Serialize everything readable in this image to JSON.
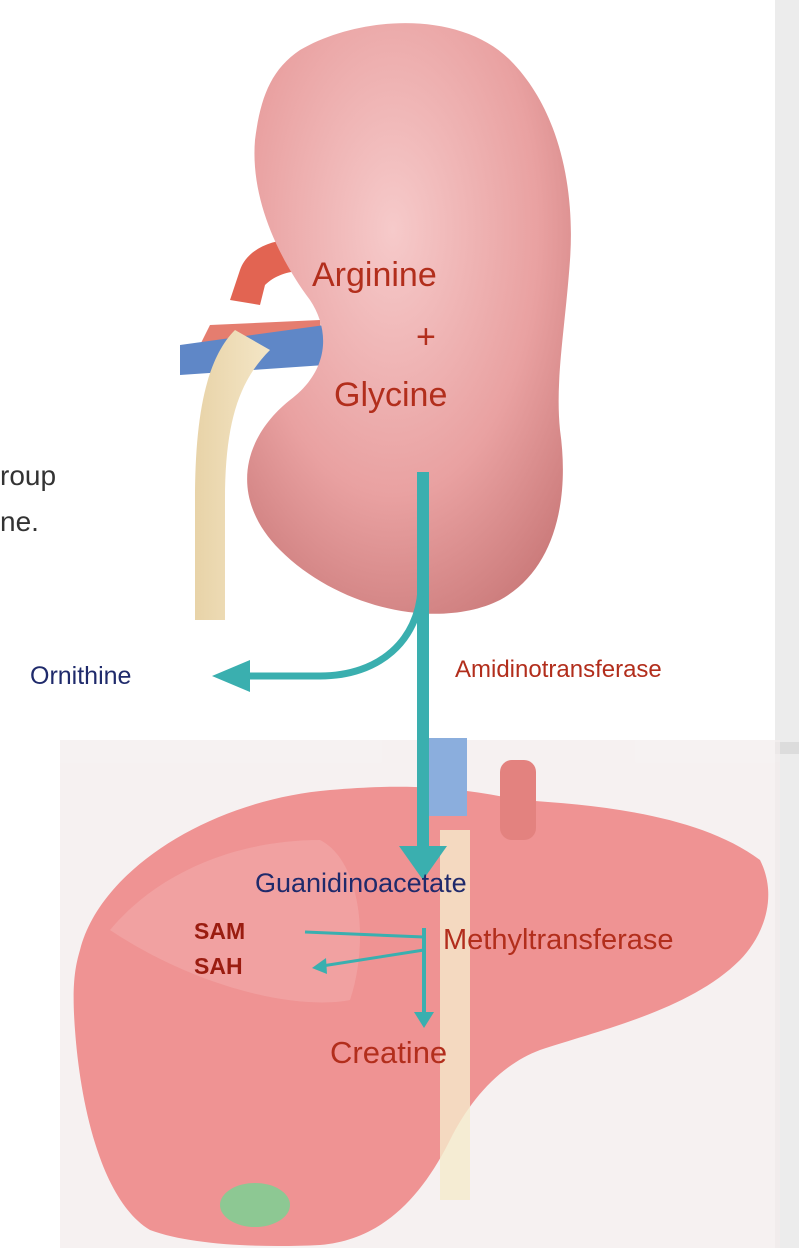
{
  "slide": {
    "left_text_fragments": [
      "roup",
      "ne."
    ],
    "kidney": {
      "arginine": "Arginine",
      "plus": "+",
      "glycine": "Glycine"
    },
    "ornithine": "Ornithine",
    "amidinotransferase": "Amidinotransferase",
    "liver": {
      "guanidinoacetate": "Guanidinoacetate",
      "sam": "SAM",
      "sah": "SAH",
      "methyltransferase": "Methyltransferase",
      "creatine": "Creatine"
    }
  },
  "colors": {
    "arrow": "#3aafaf",
    "kidney": "#d98a8a",
    "liver": "#e96a6a",
    "label_red": "#b22e1c",
    "label_navy": "#1f2a6b",
    "label_bold_red": "#9a1c10"
  }
}
